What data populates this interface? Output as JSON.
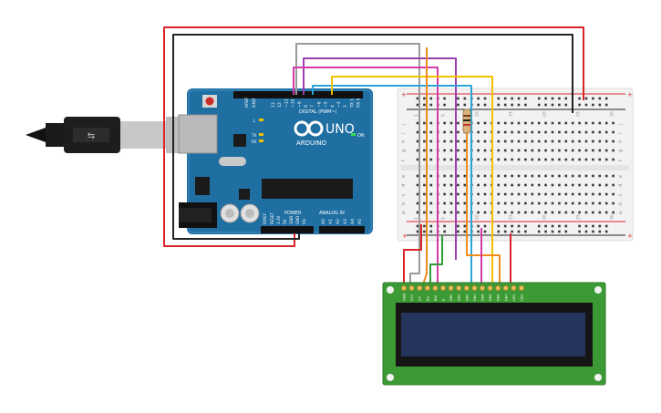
{
  "colors": {
    "board": "#1f6fa3",
    "board_dark": "#17537c",
    "breadboard": "#f2f2f2",
    "rail_red": "#d9252a",
    "rail_black": "#222222",
    "lcd_pcb": "#3c9a34",
    "lcd_screen": "#24345c",
    "wire_red": "#d9252a",
    "wire_black": "#222222",
    "wire_gray": "#9a9a9a",
    "wire_purple": "#9b3fb0",
    "wire_magenta": "#d63aa8",
    "wire_cyan": "#2aa6d6",
    "wire_yellow": "#f2c200",
    "wire_orange": "#f08a1c",
    "wire_green": "#2e9b36"
  },
  "arduino": {
    "name": "UNO",
    "brand": "ARDUINO",
    "digital_label": "DIGITAL (PWM~)",
    "power_label": "POWER",
    "analog_label": "ANALOG IN",
    "on_label": "ON",
    "tx_label": "TX",
    "rx_label": "RX",
    "l_label": "L",
    "ioref_label": "IOREF",
    "aref_label": "AREF",
    "gnd_label": "GND",
    "top_pins": [
      "13",
      "12",
      "~11",
      "~10",
      "~9",
      "8",
      "7",
      "~6",
      "~5",
      "4",
      "~3",
      "2",
      "TX 1",
      "RX 0"
    ],
    "power_pins": [
      "RESET",
      "3.3V",
      "5V",
      "GND",
      "GND",
      "Vin"
    ],
    "analog_pins": [
      "A0",
      "A1",
      "A2",
      "A3",
      "A4",
      "A5"
    ]
  },
  "breadboard": {
    "row_letters_top": [
      "j",
      "i",
      "h",
      "g",
      "f"
    ],
    "row_letters_bottom": [
      "e",
      "d",
      "c",
      "b",
      "a"
    ],
    "column_numbers": [
      "1",
      "5",
      "10",
      "15",
      "20",
      "25",
      "30"
    ]
  },
  "lcd": {
    "pin_labels": [
      "GND",
      "VCC",
      "V0",
      "RS",
      "RW",
      "E",
      "DB0",
      "DB1",
      "DB2",
      "DB3",
      "DB4",
      "DB5",
      "DB6",
      "DB7",
      "LED",
      "LED"
    ]
  },
  "icons": {
    "usb_cable": "usb-cable-icon",
    "arduino_logo": "infinity-logo-icon",
    "resistor": "resistor-icon"
  }
}
